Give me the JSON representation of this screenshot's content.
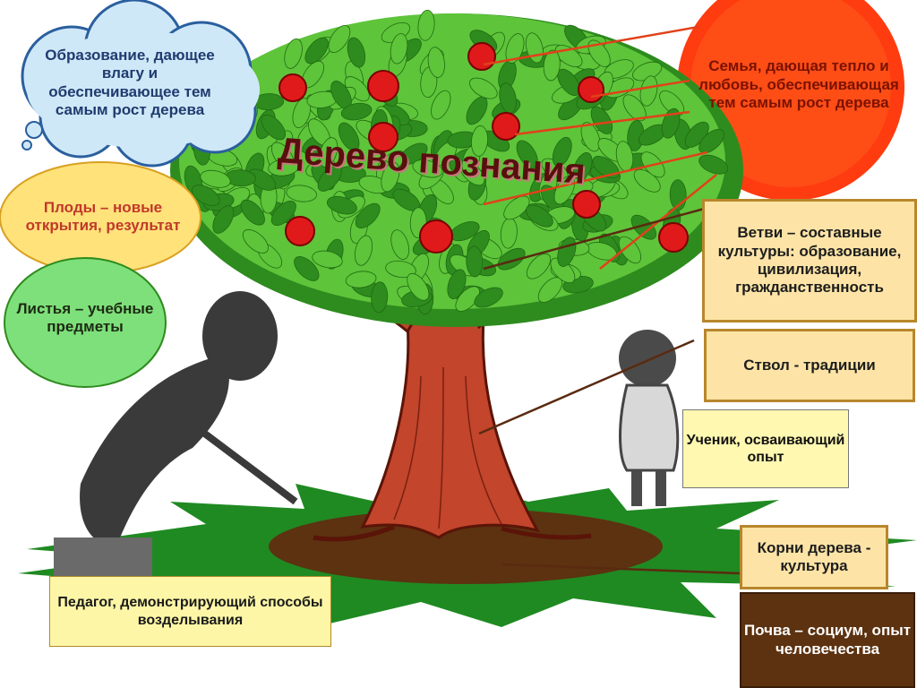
{
  "title": "Дерево познания",
  "labels": {
    "education": "Образование, дающее влагу и обеспечивающее тем самым рост дерева",
    "fruits": "Плоды – новые открытия, результат",
    "fruits_hidden": "познания",
    "leaves": "Листья – учебные предметы",
    "family": "Семья, дающая тепло и любовь, обеспечивающая тем самым рост дерева",
    "branches": "Ветви – составные культуры: образование, цивилизация, гражданственность",
    "trunk": "Ствол - традиции",
    "student": "Ученик, осваивающий опыт",
    "roots": "Корни дерева - культура",
    "soil": "Почва – социум, опыт человечества",
    "teacher": "Педагог, демонстрирующий способы возделывания"
  },
  "colors": {
    "sun": "#ff3b10",
    "leaf": "#5ec43a",
    "leaf_dark": "#2e8b1e",
    "trunk": "#c2452c",
    "apple": "#e01a1a",
    "grass": "#1f8a22",
    "soil": "#5c3210",
    "cloud": "#cfe8f8",
    "fruit_ellipse": "#ffe27a",
    "leaves_ellipse": "#7ee07a",
    "box_fill": "#fde4a6",
    "box_border": "#b8862c"
  }
}
